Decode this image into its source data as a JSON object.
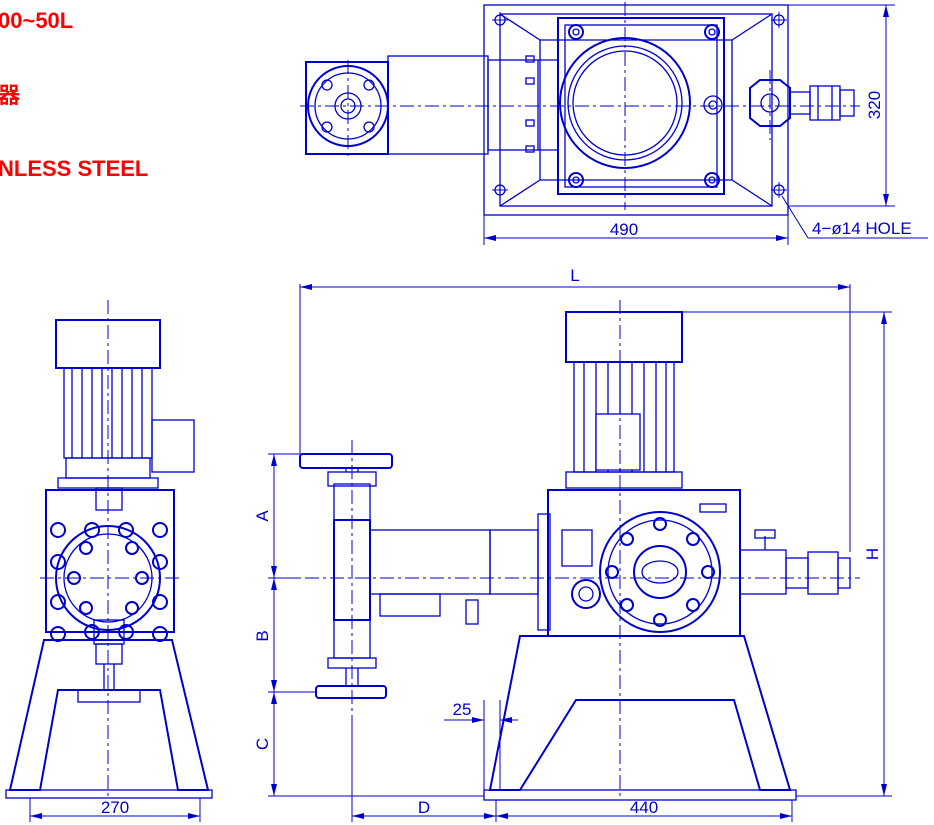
{
  "spec_lines": [
    "00~50L",
    "器",
    "NLESS STEEL"
  ],
  "dimensions": {
    "top_width": "490",
    "top_height": "320",
    "hole_note": "4−ø14 HOLE",
    "overall_length": "L",
    "overall_height": "H",
    "dim_a": "A",
    "dim_b": "B",
    "dim_c": "C",
    "dim_d": "D",
    "dim_25": "25",
    "base_front": "440",
    "base_side": "270"
  },
  "colors": {
    "spec_text": "#ff0000",
    "linework": "#0000cc"
  }
}
